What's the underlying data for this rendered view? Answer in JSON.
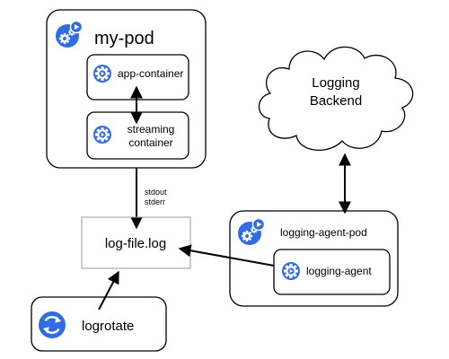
{
  "pod": {
    "title": "my-pod",
    "app_container_label": "app-container",
    "streaming_label_line1": "streaming",
    "streaming_label_line2": "container"
  },
  "stream_labels": {
    "stdout": "stdout",
    "stderr": "stderr"
  },
  "log_file": {
    "label": "log-file.log"
  },
  "logrotate": {
    "label": "logrotate"
  },
  "backend": {
    "label_line1": "Logging",
    "label_line2": "Backend"
  },
  "agent_pod": {
    "title": "logging-agent-pod",
    "agent_label": "logging-agent"
  },
  "colors": {
    "icon_blue": "#326ce5",
    "stroke": "#000000",
    "log_file_border": "#999999",
    "background": "#ffffff"
  },
  "icons": {
    "pod_icon": "gears-play-icon",
    "container_icon": "gear-play-icon",
    "rotate_icon": "rotate-arrows-icon"
  }
}
